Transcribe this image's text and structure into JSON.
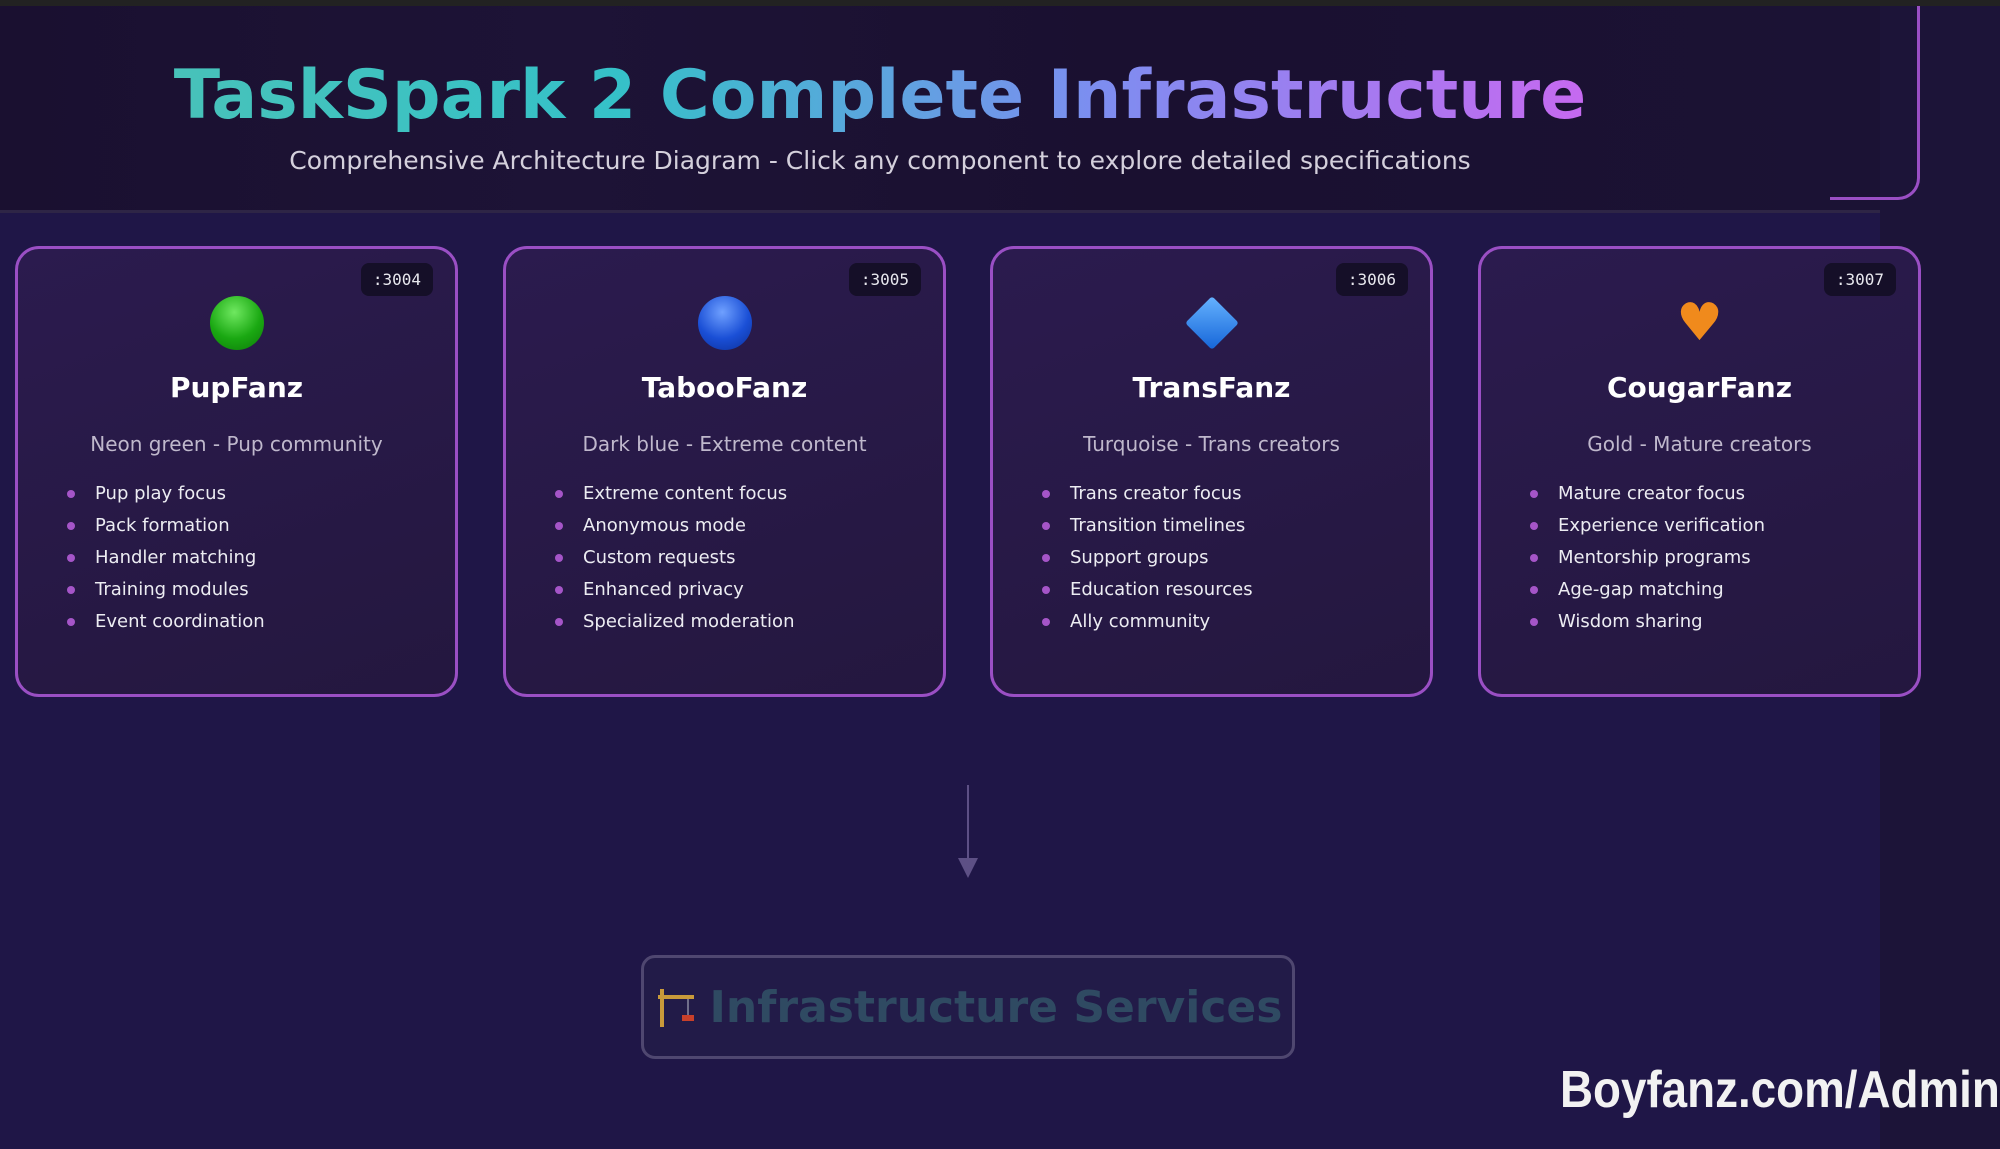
{
  "header": {
    "title": "TaskSpark 2 Complete Infrastructure",
    "subtitle": "Comprehensive Architecture Diagram - Click any component to explore detailed specifications"
  },
  "cards": [
    {
      "port": ":3004",
      "icon": "green-circle",
      "color": "#22b51a",
      "name": "PupFanz",
      "desc": "Neon green - Pup community",
      "features": [
        "Pup play focus",
        "Pack formation",
        "Handler matching",
        "Training modules",
        "Event coordination"
      ]
    },
    {
      "port": ":3005",
      "icon": "blue-circle",
      "color": "#1a4fd6",
      "name": "TabooFanz",
      "desc": "Dark blue - Extreme content",
      "features": [
        "Extreme content focus",
        "Anonymous mode",
        "Custom requests",
        "Enhanced privacy",
        "Specialized moderation"
      ]
    },
    {
      "port": ":3006",
      "icon": "blue-diamond",
      "color": "#2a86ea",
      "name": "TransFanz",
      "desc": "Turquoise - Trans creators",
      "features": [
        "Trans creator focus",
        "Transition timelines",
        "Support groups",
        "Education resources",
        "Ally community"
      ]
    },
    {
      "port": ":3007",
      "icon": "orange-heart",
      "color": "#f08a1c",
      "name": "CougarFanz",
      "desc": "Gold - Mature creators",
      "features": [
        "Mature creator focus",
        "Experience verification",
        "Mentorship programs",
        "Age-gap matching",
        "Wisdom sharing"
      ]
    }
  ],
  "infra": {
    "icon": "crane",
    "label": "Infrastructure Services"
  },
  "watermark": "Boyfanz.com/Admin"
}
